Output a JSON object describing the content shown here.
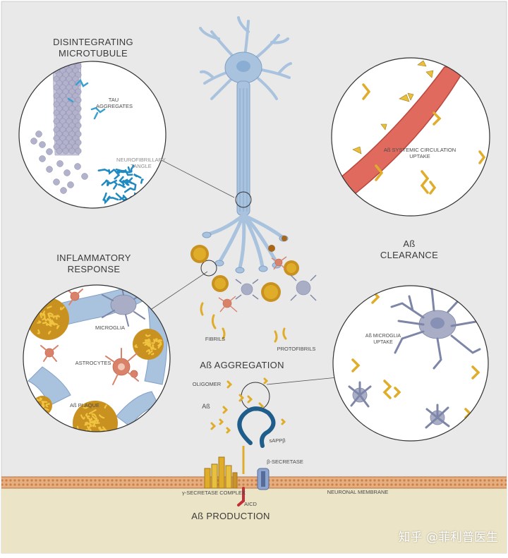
{
  "labels": {
    "disintegrating_microtubule": [
      "DISINTEGRATING",
      "MICROTUBULE"
    ],
    "tau_aggregates": [
      "TAU",
      "AGGREGATES"
    ],
    "neurofibrillary_tangle": [
      "NEUROFIBRILLARY",
      "TANGLE"
    ],
    "systemic_uptake": [
      "Aß SYSTEMIC CIRCULATION",
      "UPTAKE"
    ],
    "ab_clearance": [
      "Aß",
      "CLEARANCE"
    ],
    "inflammatory_response": [
      "INFLAMMATORY",
      "RESPONSE"
    ],
    "microglia": "MICROGLIA",
    "astrocytes": "ASTROCYTES",
    "ab_plaque": "Aß PLAQUE",
    "fibrils": "FIBRILS",
    "protofibrils": "PROTOFIBRILS",
    "ab_aggregation": "Aß AGGREGATION",
    "oligomer": "OLIGOMER",
    "ab": "Aß",
    "microglia_uptake": [
      "Aß MICROGLIA",
      "UPTAKE"
    ],
    "sappb": "sAPPβ",
    "beta_secretase": "β-SECRETASE",
    "gamma_secretase": "γ-SECRETASE COMPLEX",
    "neuronal_membrane": "NEURONAL MEMBRANE",
    "aicd": "AICD",
    "ab_production": "Aß PRODUCTION"
  },
  "watermark": "知乎 @菲利普医生",
  "colors": {
    "background": "#e9e9e9",
    "neuron": "#a9c3de",
    "amyloid": "#e0ad2a",
    "tau": "#3aa0d0",
    "astrocyte": "#d9826a",
    "microglia": "#a9aec6",
    "vessel": "#e06a5e",
    "membrane": "#e6ad7e",
    "cytoplasm": "#ece4c6",
    "apg_dark": "#1f5d8a",
    "aicd": "#c0303a"
  }
}
